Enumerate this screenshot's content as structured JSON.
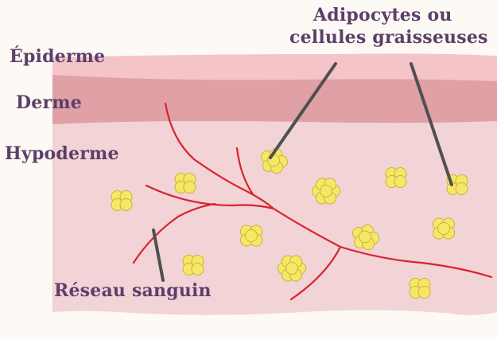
{
  "layers": {
    "epidermis": "Épiderme",
    "dermis": "Derme",
    "hypodermis": "Hypoderme"
  },
  "callouts": {
    "adipocytes_line1": "Adipocytes ou",
    "adipocytes_line2": "cellules graisseuses",
    "blood_network": "Réseau sanguin"
  },
  "colors": {
    "background": "#fdf9f4",
    "epidermis": "#f4c4c8",
    "dermis": "#dfa0a6",
    "hypodermis": "#f2d3d6",
    "vessel": "#d9232e",
    "fat_cell": "#f7e767",
    "fat_cell_outline": "#c8b43c",
    "pointer": "#505050",
    "label": "#5c3f6a"
  }
}
